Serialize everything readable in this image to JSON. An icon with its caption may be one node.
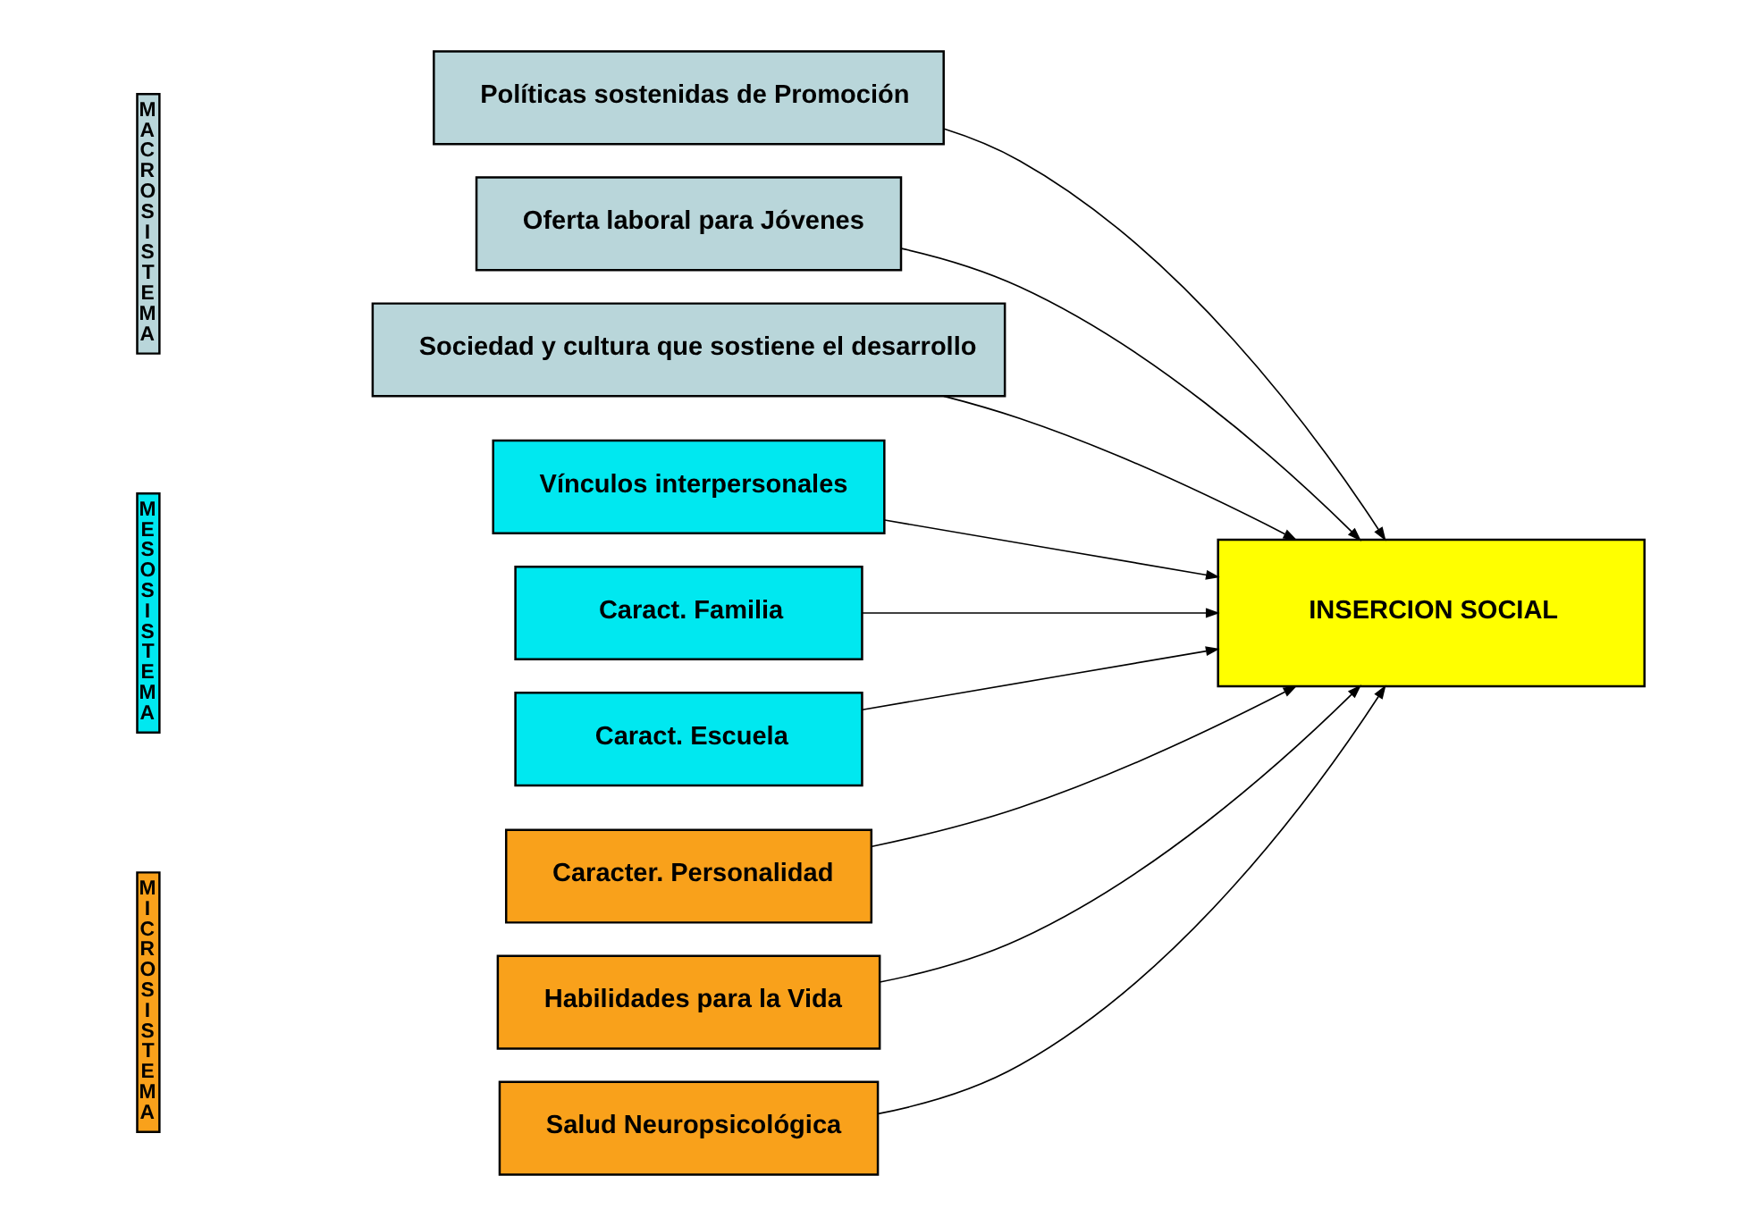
{
  "diagram": {
    "nodes": [
      {
        "text": [
          "MACROSISTEMA"
        ]
      },
      {
        "text": [
          "Sociedad y cultura que sostiene el desarrollo"
        ]
      },
      {
        "text": [
          "Oferta laboral para Jóvenes"
        ]
      },
      {
        "text": [
          "Políticas sostenidas de Promoción"
        ]
      },
      {
        "text": [
          "MESOSISTEMA"
        ]
      },
      {
        "text": [
          "Caract. Escuela"
        ]
      },
      {
        "text": [
          "Caract. Familia"
        ]
      },
      {
        "text": [
          "Vínculos interpersonales"
        ]
      },
      {
        "text": [
          "MICROSISTEMA"
        ]
      },
      {
        "text": [
          "Salud Neuropsicológica"
        ]
      },
      {
        "text": [
          "Habilidades para la Vida"
        ]
      },
      {
        "text": [
          "Caracter. Personalidad"
        ]
      },
      {
        "text": [
          "INSERCION SOCIAL"
        ]
      }
    ],
    "edges": [
      {
        "from": 1,
        "to": 12,
        "arrow": "to"
      },
      {
        "from": 2,
        "to": 12,
        "arrow": "to"
      },
      {
        "from": 3,
        "to": 12,
        "arrow": "to"
      },
      {
        "from": 5,
        "to": 12,
        "arrow": "to"
      },
      {
        "from": 6,
        "to": 12,
        "arrow": "to"
      },
      {
        "from": 7,
        "to": 12,
        "arrow": "to"
      },
      {
        "from": 9,
        "to": 12,
        "arrow": "to"
      },
      {
        "from": 10,
        "to": 12,
        "arrow": "to"
      },
      {
        "from": 11,
        "to": 12,
        "arrow": "to"
      }
    ]
  }
}
